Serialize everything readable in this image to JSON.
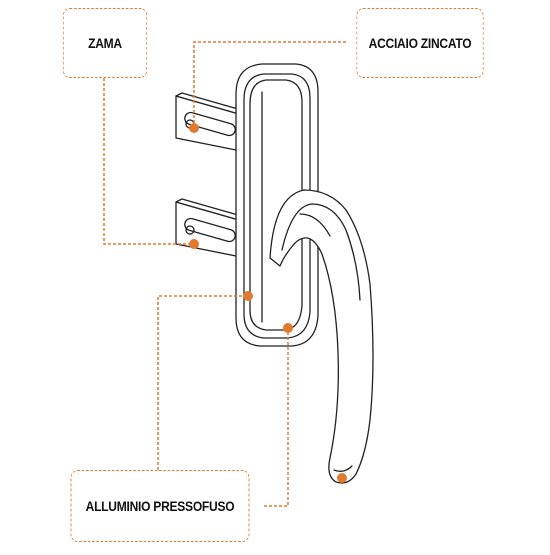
{
  "labels": {
    "zama": "ZAMA",
    "acciaio": "ACCIAIO ZINCATO",
    "alluminio": "ALLUMINIO PRESSOFUSO"
  },
  "colors": {
    "accent": "#e07a2e",
    "line": "#222222"
  }
}
